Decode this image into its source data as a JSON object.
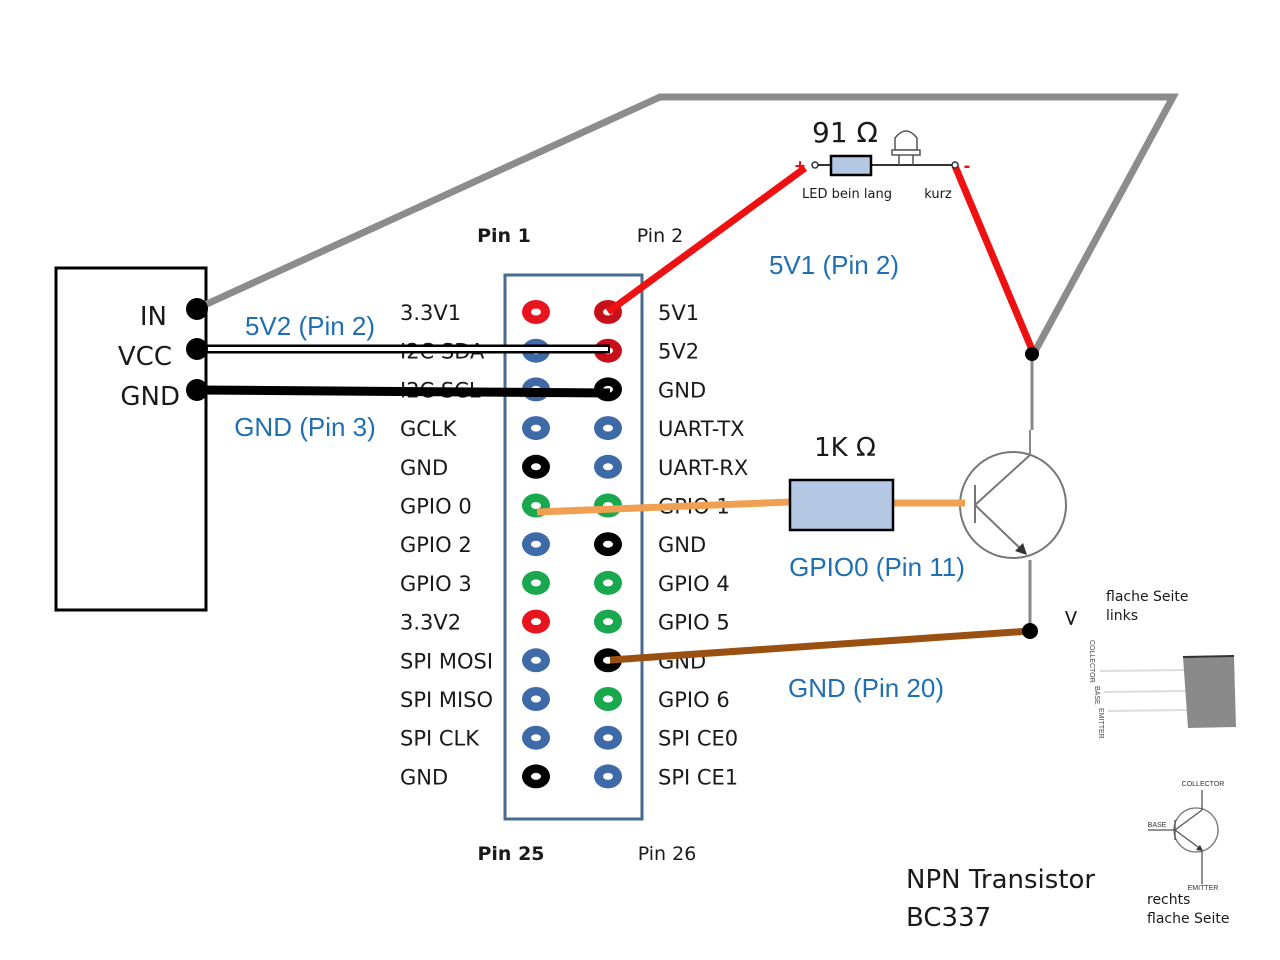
{
  "relay_module": {
    "pins": [
      "IN",
      "VCC",
      "GND"
    ]
  },
  "header": {
    "top_left_label": "Pin 1",
    "top_right_label": "Pin 2",
    "bottom_left_label": "Pin 25",
    "bottom_right_label": "Pin 26",
    "left_pins": [
      {
        "label": "3.3V1",
        "color": "#e8141e"
      },
      {
        "label": "I2C SDA",
        "color": "#3f6aa8"
      },
      {
        "label": "I2C SCL",
        "color": "#3f6aa8"
      },
      {
        "label": "GCLK",
        "color": "#3f6aa8"
      },
      {
        "label": "GND",
        "color": "#000000"
      },
      {
        "label": "GPIO 0",
        "color": "#1aa84e"
      },
      {
        "label": "GPIO 2",
        "color": "#3f6aa8"
      },
      {
        "label": "GPIO 3",
        "color": "#1aa84e"
      },
      {
        "label": "3.3V2",
        "color": "#e8141e"
      },
      {
        "label": "SPI MOSI",
        "color": "#3f6aa8"
      },
      {
        "label": "SPI MISO",
        "color": "#3f6aa8"
      },
      {
        "label": "SPI CLK",
        "color": "#3f6aa8"
      },
      {
        "label": "GND",
        "color": "#000000"
      }
    ],
    "right_pins": [
      {
        "label": "5V1",
        "color": "#c8101a"
      },
      {
        "label": "5V2",
        "color": "#c8101a"
      },
      {
        "label": "GND",
        "color": "#000000"
      },
      {
        "label": "UART-TX",
        "color": "#3f6aa8"
      },
      {
        "label": "UART-RX",
        "color": "#3f6aa8"
      },
      {
        "label": "GPIO 1",
        "color": "#1aa84e"
      },
      {
        "label": "GND",
        "color": "#000000"
      },
      {
        "label": "GPIO 4",
        "color": "#1aa84e"
      },
      {
        "label": "GPIO 5",
        "color": "#1aa84e"
      },
      {
        "label": "GND",
        "color": "#000000"
      },
      {
        "label": "GPIO 6",
        "color": "#1aa84e"
      },
      {
        "label": "SPI CE0",
        "color": "#3f6aa8"
      },
      {
        "label": "SPI CE1",
        "color": "#3f6aa8"
      }
    ]
  },
  "annotations": {
    "vcc_wire": "5V2 (Pin 2)",
    "gnd_wire": "GND (Pin 3)",
    "led_supply": "5V1 (Pin 2)",
    "gpio_wire": "GPIO0 (Pin 11)",
    "emitter_gnd": "GND (Pin 20)"
  },
  "led_circuit": {
    "resistor_value": "91 Ω",
    "long_leg": "LED bein lang",
    "short_leg": "kurz",
    "plus": "+",
    "minus": "-"
  },
  "base_resistor": {
    "value": "1K Ω"
  },
  "transistor": {
    "name_line1": "NPN Transistor",
    "name_line2": "BC337",
    "package_note_line1": "flache Seite",
    "package_note_line2": "links",
    "package_pins": [
      "COLLECTOR",
      "BASE",
      "EMITTER"
    ],
    "symbol_note_line1": "rechts",
    "symbol_note_line2": "flache Seite",
    "symbol_labels": {
      "collector": "COLLECTOR",
      "base": "BASE",
      "emitter": "EMITTER"
    },
    "arrow_glyph": ">"
  },
  "colors": {
    "wire_red": "#ee1111",
    "wire_gray": "#8c8c8c",
    "wire_black": "#000000",
    "wire_orange": "#f0a050",
    "wire_brown": "#9a5010",
    "label_blue": "#1f6fb2",
    "resistor_fill": "#b4c8e4",
    "header_border": "#4a6a90"
  }
}
